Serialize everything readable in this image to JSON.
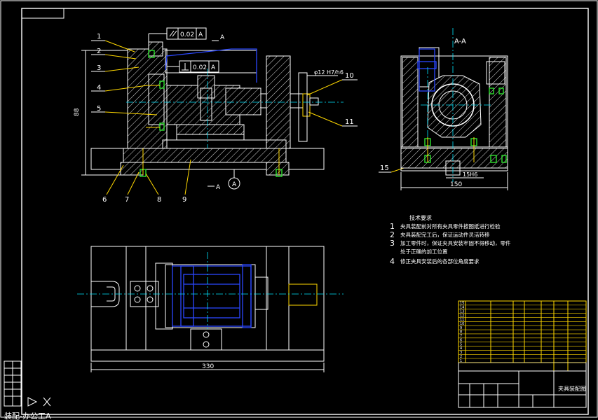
{
  "title_box": "",
  "labels": {
    "view_aa": "A-A",
    "section_a_top": "A",
    "section_a_bottom": "A",
    "datum_a": "A",
    "tolerance_parallel": "0.02",
    "tolerance_parallel_ref": "A",
    "tolerance_perp": "0.02",
    "tolerance_perp_ref": "A",
    "dim_pin": "φ12 H7/h6",
    "dim_height": "88",
    "dim_width": "330",
    "dim_aa_width": "150",
    "dim_aa_slot": "15H6"
  },
  "balloons": [
    "1",
    "2",
    "3",
    "4",
    "5",
    "6",
    "7",
    "8",
    "9",
    "10",
    "11",
    "15"
  ],
  "notes": {
    "heading": "技术要求",
    "items": [
      {
        "num": "1",
        "text": "夹具装配前对所有夹具零件按图纸进行检验"
      },
      {
        "num": "2",
        "text": "夹具装配完工后，保证运动件灵活转移"
      },
      {
        "num": "3",
        "text": "加工零件时，保证夹具安装牢固不得移动，零件"
      },
      {
        "num": "",
        "text": "处于正确的加工位置"
      },
      {
        "num": "4",
        "text": "修正夹具安装后的各部位角度要求"
      }
    ]
  },
  "title_block": {
    "drawing_name": "夹具装配图",
    "bom_rows": [
      "1",
      "2",
      "3",
      "4",
      "5",
      "6",
      "7",
      "8",
      "9",
      "10",
      "11",
      "12",
      "13",
      "14",
      "15"
    ]
  },
  "footer_text": "装配-办公工A",
  "colors": {
    "background": "#000000",
    "outline": "#ffffff",
    "hidden": "#2b48ff",
    "centerline": "#00e5ff",
    "annotation": "#ffd800",
    "fastener": "#2fe02f"
  }
}
